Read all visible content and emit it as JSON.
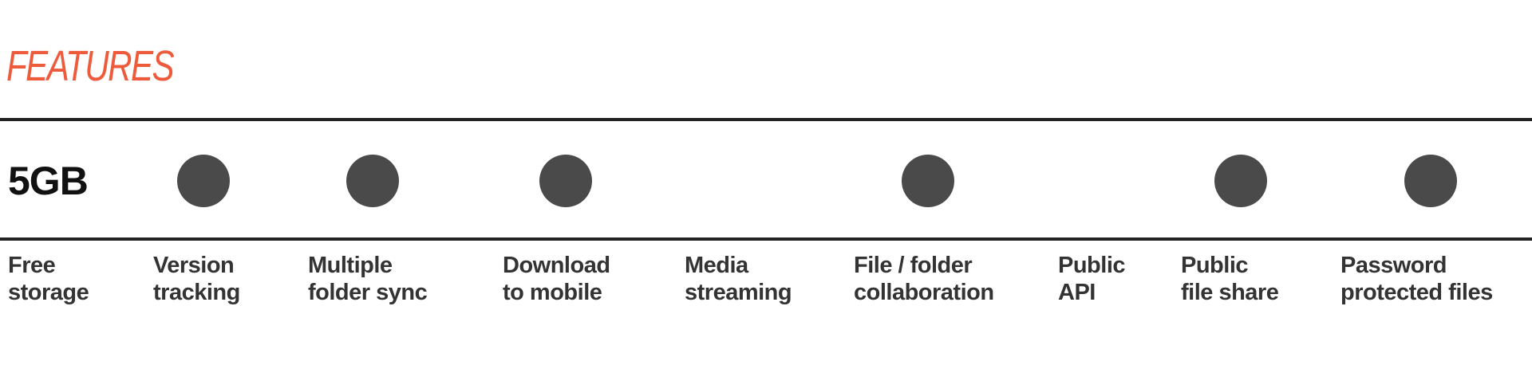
{
  "section_title": "FEATURES",
  "storage_value": "5GB",
  "accent_color": "#ee5a3c",
  "dot_color": "#4a4a4a",
  "features": [
    {
      "line1": "Free",
      "line2": "storage",
      "included": null
    },
    {
      "line1": "Version",
      "line2": "tracking",
      "included": true
    },
    {
      "line1": "Multiple",
      "line2": "folder sync",
      "included": true
    },
    {
      "line1": "Download",
      "line2": "to mobile",
      "included": true
    },
    {
      "line1": "Media",
      "line2": "streaming",
      "included": false
    },
    {
      "line1": "File / folder",
      "line2": "collaboration",
      "included": true
    },
    {
      "line1": "Public",
      "line2": "API",
      "included": false
    },
    {
      "line1": "Public",
      "line2": "file share",
      "included": true
    },
    {
      "line1": "Password",
      "line2": "protected files",
      "included": true
    }
  ]
}
